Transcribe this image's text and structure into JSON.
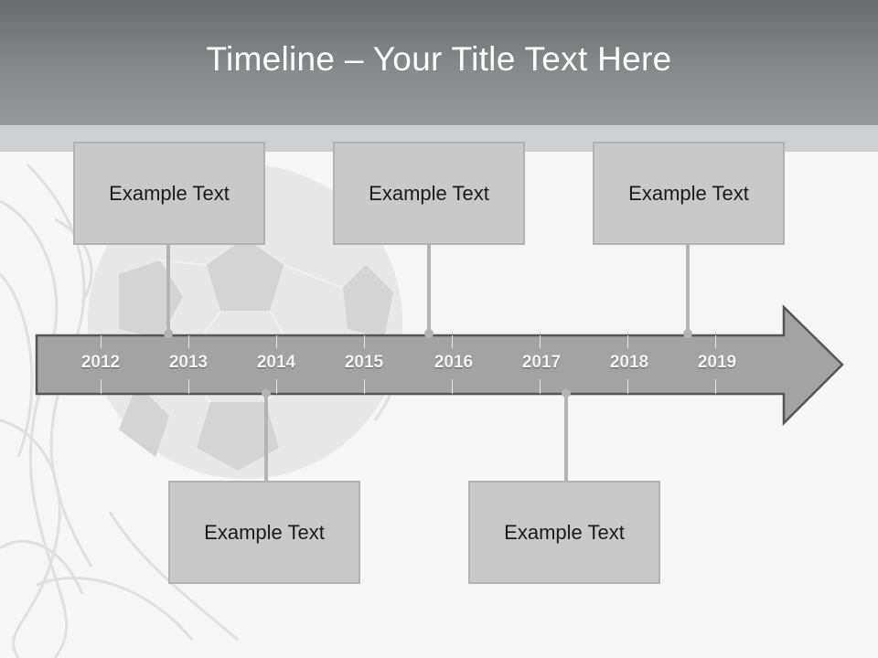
{
  "slide": {
    "title": "Timeline – Your Title Text Here"
  },
  "timeline": {
    "years": [
      "2012",
      "2013",
      "2014",
      "2015",
      "2016",
      "2017",
      "2018",
      "2019"
    ],
    "events_top": [
      {
        "text": "Example Text"
      },
      {
        "text": "Example Text"
      },
      {
        "text": "Example Text"
      }
    ],
    "events_bottom": [
      {
        "text": "Example Text"
      },
      {
        "text": "Example Text"
      }
    ]
  },
  "colors": {
    "header": "#7f8084",
    "arrow_fill": "#a2a2a2",
    "arrow_border": "#555555",
    "box_fill": "#c9c9c9"
  },
  "background_image": "soccer-ball-in-net"
}
